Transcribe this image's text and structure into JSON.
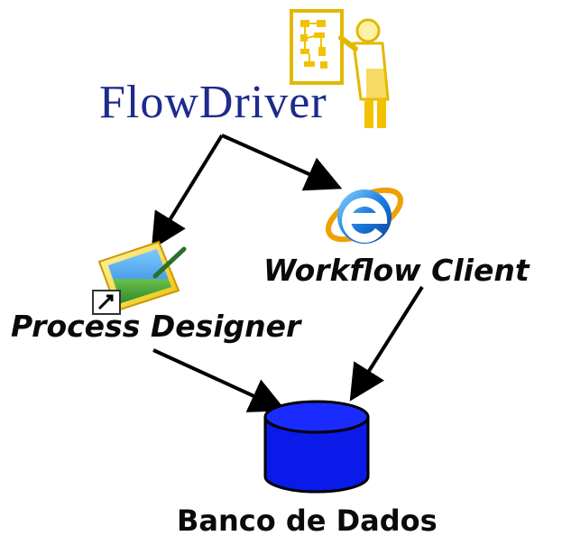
{
  "diagram": {
    "logo_text": "FlowDriver",
    "workflow_client_label": "Workflow Client",
    "process_designer_label": "Process Designer",
    "database_label": "Banco de Dados"
  },
  "icons": {
    "presenter": "presenter-icon",
    "browser": "internet-explorer-icon",
    "designer": "designer-shortcut-icon",
    "database": "database-icon"
  },
  "colors": {
    "logo_text": "#1e2a8c",
    "presenter_yellow": "#f2c200",
    "database_fill": "#0a1ae8",
    "arrow": "#000000"
  }
}
